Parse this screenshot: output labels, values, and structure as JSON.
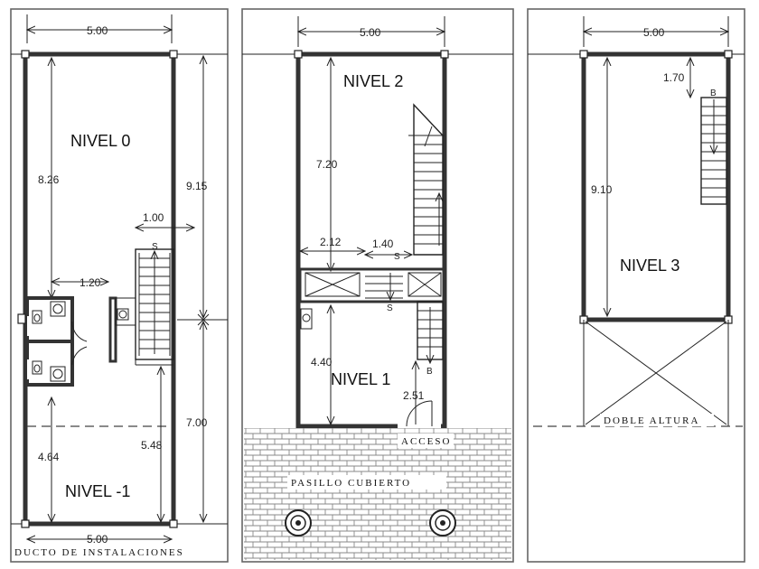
{
  "panel_left": {
    "top_width": "5.00",
    "level_upper": "NIVEL 0",
    "level_lower": "NIVEL -1",
    "dim_inner_height": "8.26",
    "dim_outer_height": "9.15",
    "dim_stair_offset": "1.00",
    "dim_bath_width": "1.20",
    "dim_lower_left": "4.64",
    "dim_lower_mid": "5.48",
    "dim_lower_outer": "7.00",
    "bottom_width": "5.00",
    "stair_mark": "S",
    "caption": "DUCTO  DE  INSTALACIONES"
  },
  "panel_middle": {
    "top_width": "5.00",
    "level_upper": "NIVEL 2",
    "level_lower": "NIVEL 1",
    "dim_height": "7.20",
    "dim_left_span": "2.12",
    "dim_mid_span": "1.40",
    "dim_lower_height": "4.40",
    "dim_door": "2.51",
    "stair_mark_up": "S",
    "stair_mark_down": "S",
    "stair_mark_b": "B",
    "access_label": "ACCESO",
    "corridor_label": "PASILLO  CUBIERTO"
  },
  "panel_right": {
    "top_width": "5.00",
    "dim_top": "1.70",
    "stair_mark": "B",
    "dim_height": "9.10",
    "level": "NIVEL 3",
    "double_height": "DOBLE ALTURA"
  }
}
